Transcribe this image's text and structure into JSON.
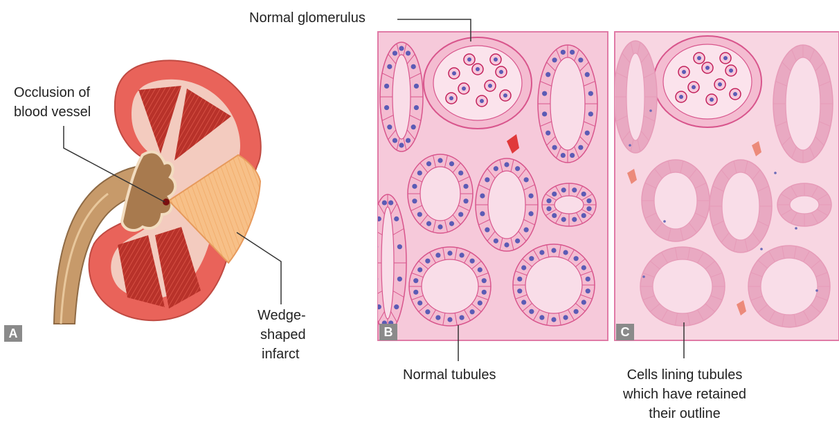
{
  "labels": {
    "occlusion_line1": "Occlusion of",
    "occlusion_line2": "blood vessel",
    "wedge_line1": "Wedge-",
    "wedge_line2": "shaped",
    "wedge_line3": "infarct",
    "normal_glomerulus": "Normal glomerulus",
    "normal_tubules": "Normal tubules",
    "cells_line1": "Cells lining tubules",
    "cells_line2": "which have retained",
    "cells_line3": "their outline"
  },
  "panels": {
    "a": "A",
    "b": "B",
    "c": "C"
  },
  "colors": {
    "kidney_outer": "#e9635a",
    "kidney_inner": "#f3cbbf",
    "pyramid": "#b8322a",
    "pelvis": "#a87a4e",
    "ureter": "#c79a6a",
    "infarct": "#f5b97a",
    "tissue_bg": "#f6c9da",
    "panel_border": "#e07aa6",
    "cell_outline": "#d8558c",
    "nucleus": "#5b5bb5",
    "faded_cell": "#e9a9c2"
  }
}
